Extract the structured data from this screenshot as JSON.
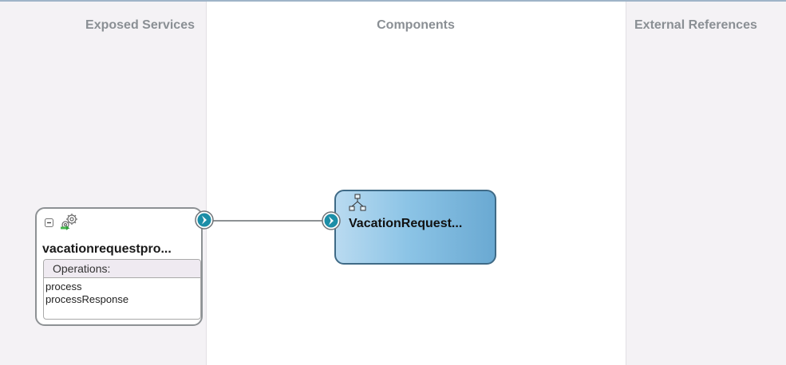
{
  "lanes": {
    "exposed_services": "Exposed Services",
    "components": "Components",
    "external_references": "External References"
  },
  "service": {
    "name": "vacationrequestpro...",
    "operations_header": "Operations:",
    "operations": [
      "process",
      "processResponse"
    ],
    "icon": "service-gear-icon"
  },
  "component": {
    "name": "VacationRequest...",
    "icon": "bpel-process-icon"
  },
  "colors": {
    "lane_side_bg": "#f4f2f5",
    "component_fill": "#8cc4e6",
    "component_border": "#3f6a86",
    "port_teal": "#1c8ea7"
  }
}
